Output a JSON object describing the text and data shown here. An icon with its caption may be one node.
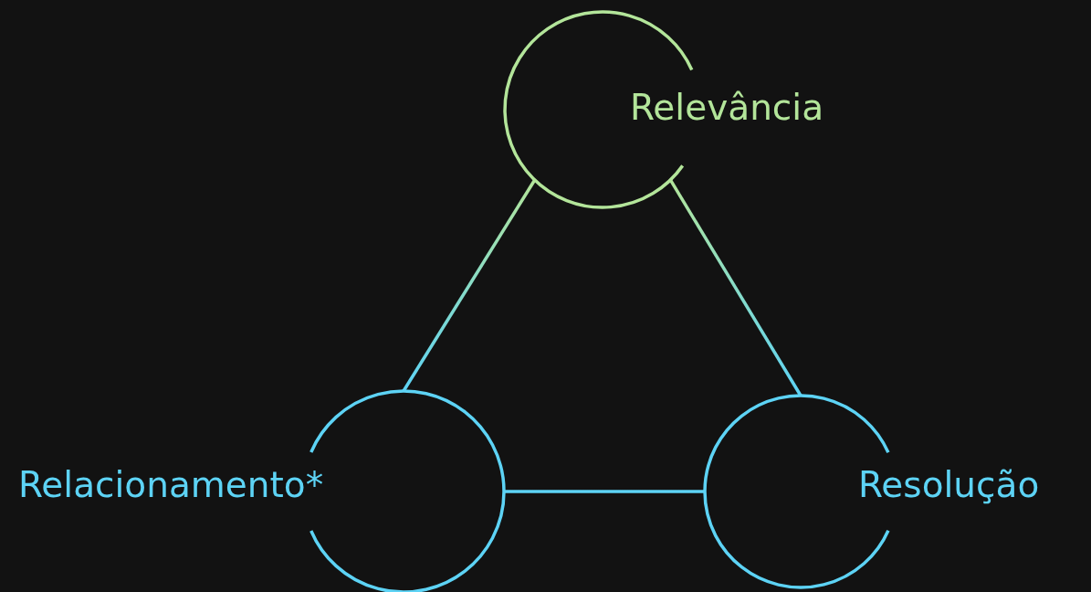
{
  "diagram": {
    "nodes": [
      {
        "text": [
          "Relevância"
        ]
      },
      {
        "text": [
          "Relacionamento*"
        ]
      },
      {
        "text": [
          "Resolução"
        ]
      }
    ],
    "edges": [
      {
        "from": 0,
        "to": 1,
        "arrow": "none"
      },
      {
        "from": 0,
        "to": 2,
        "arrow": "none"
      },
      {
        "from": 1,
        "to": 2,
        "arrow": "none"
      }
    ]
  }
}
